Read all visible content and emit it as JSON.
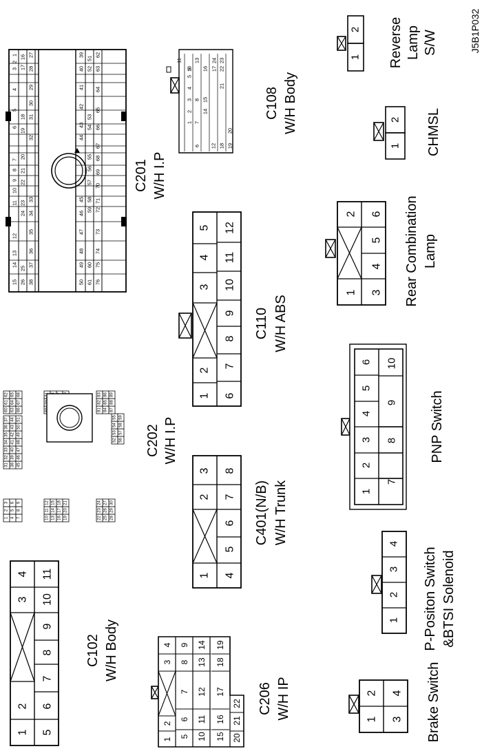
{
  "figure_code": "J5B1P032",
  "connectors": {
    "c201": {
      "name": "C201",
      "harness": "W/H I.P"
    },
    "c108": {
      "name": "C108",
      "harness": "W/H Body"
    },
    "reverse": {
      "name": "Reverse",
      "name2": "Lamp",
      "name3": "S/W"
    },
    "chmsl": {
      "name": "CHMSL"
    },
    "c110": {
      "name": "C110",
      "harness": "W/H ABS"
    },
    "rear_combo": {
      "name": "Rear Combination",
      "name2": "Lamp"
    },
    "c202": {
      "name": "C202",
      "harness": "W/H I.P"
    },
    "c401": {
      "name": "C401(N/B)",
      "harness": "W/H Trunk"
    },
    "pnp": {
      "name": "PNP Switch"
    },
    "c102": {
      "name": "C102",
      "harness": "W/H Body"
    },
    "ppos": {
      "name": "P-Positon Switch",
      "name2": "&BTSI Solenoid"
    },
    "c206": {
      "name": "C206",
      "harness": "W/H IP"
    },
    "brake": {
      "name": "Brake Switch"
    }
  },
  "pins": {
    "c102": {
      "top": [
        "1",
        "2",
        "3",
        "4"
      ],
      "bottom": [
        "5",
        "6",
        "7",
        "8",
        "9",
        "10",
        "11"
      ]
    },
    "c110": {
      "top": [
        "1",
        "2",
        "3",
        "4",
        "5"
      ],
      "bottom": [
        "6",
        "7",
        "8",
        "9",
        "10",
        "11",
        "12"
      ]
    },
    "c401": {
      "top": [
        "1",
        "2",
        "3"
      ],
      "bottom": [
        "4",
        "5",
        "6",
        "7",
        "8"
      ]
    },
    "rear_combo": {
      "top": [
        "1",
        "2"
      ],
      "bottom": [
        "3",
        "4",
        "5",
        "6"
      ]
    },
    "pnp": {
      "top": [
        "1",
        "2",
        "3",
        "4",
        "5",
        "6"
      ],
      "bottom": [
        "7",
        "8",
        "9",
        "10"
      ]
    },
    "ppos": [
      "1",
      "2",
      "3",
      "4"
    ],
    "brake": {
      "top": [
        "1",
        "2"
      ],
      "bottom": [
        "3",
        "4"
      ]
    },
    "chmsl": [
      "1",
      "2"
    ],
    "reverse": [
      "1",
      "2"
    ],
    "c206": {
      "top": [
        "1",
        "2",
        "3",
        "4"
      ],
      "r2": [
        "5",
        "6",
        "7",
        "8",
        "9"
      ],
      "r3": [
        "10",
        "11",
        "12",
        "13",
        "14"
      ],
      "r4": [
        "15",
        "16",
        "17",
        "18",
        "19"
      ],
      "r5": [
        "20",
        "21",
        "22"
      ]
    },
    "c108": {
      "l1": [
        "5",
        "11"
      ],
      "l2": [
        "4",
        "10",
        "13"
      ],
      "l3": [
        "3",
        "9",
        "16",
        "17",
        "24"
      ],
      "l4": [
        "2",
        "8",
        "22",
        "23"
      ],
      "l5": [
        "1",
        "7",
        "14",
        "15",
        "21"
      ],
      "l6": [
        "6",
        "12",
        "18",
        "19",
        "20"
      ]
    },
    "c202": {
      "g1": [
        [
          "1",
          "2",
          "3"
        ],
        [
          "4",
          "5",
          "6"
        ],
        [
          "7",
          "8",
          "9"
        ]
      ],
      "g2": [
        [
          "10",
          "11",
          "12"
        ],
        [
          "13",
          "14",
          "15"
        ],
        [
          "16",
          "17",
          "18"
        ],
        [
          "19",
          "20",
          "21"
        ]
      ],
      "g3": [
        [
          "22",
          "23",
          "24"
        ],
        [
          "25",
          "26",
          "27"
        ],
        [
          "28",
          "29",
          "30"
        ]
      ],
      "g4": [
        [
          "31",
          "32",
          "33",
          "34",
          "35",
          "36",
          "37"
        ],
        [
          "38",
          "39",
          "40",
          "41",
          "42",
          "43",
          "44"
        ],
        [
          "45",
          "46",
          "47",
          "48",
          "49",
          "50",
          "51"
        ]
      ],
      "g5": [
        [
          "52",
          "53",
          "54",
          "55"
        ],
        [
          "56",
          "57",
          "58",
          "59"
        ]
      ],
      "g6": [
        [
          "60",
          "61",
          "62"
        ],
        [
          "63",
          "64",
          "65"
        ],
        [
          "66",
          "67",
          "68"
        ]
      ],
      "g7": [
        [
          "69",
          "70",
          "71"
        ],
        [
          "72",
          "73",
          "74"
        ],
        [
          "75",
          "76",
          "77"
        ],
        [
          "78",
          "79",
          "80"
        ]
      ],
      "g8": [
        [
          "81",
          "82",
          "83"
        ],
        [
          "84",
          "85",
          "86"
        ],
        [
          "87",
          "88",
          "89"
        ]
      ]
    },
    "c201": {
      "l1": [
        "15",
        "14",
        "13",
        "12",
        "11",
        "10",
        "9",
        "8",
        "7",
        "6",
        "5",
        "4",
        "3",
        "2",
        "1"
      ],
      "l2": [
        "26",
        "25",
        "24",
        "23",
        "22",
        "21",
        "20",
        "19",
        "18",
        "17",
        "16"
      ],
      "l3": [
        "38",
        "37",
        "36",
        "35",
        "34",
        "33",
        "32",
        "31",
        "30",
        "29",
        "28",
        "27"
      ],
      "r1": [
        "50",
        "49",
        "48",
        "47",
        "46",
        "45",
        "44",
        "43",
        "42",
        "41",
        "40",
        "39"
      ],
      "r2": [
        "61",
        "60",
        "59",
        "58",
        "57",
        "56",
        "55",
        "54",
        "53",
        "52",
        "51"
      ],
      "r3": [
        "76",
        "75",
        "74",
        "73",
        "72",
        "71",
        "70",
        "69",
        "68",
        "67",
        "66",
        "65",
        "64",
        "63",
        "62"
      ]
    }
  }
}
